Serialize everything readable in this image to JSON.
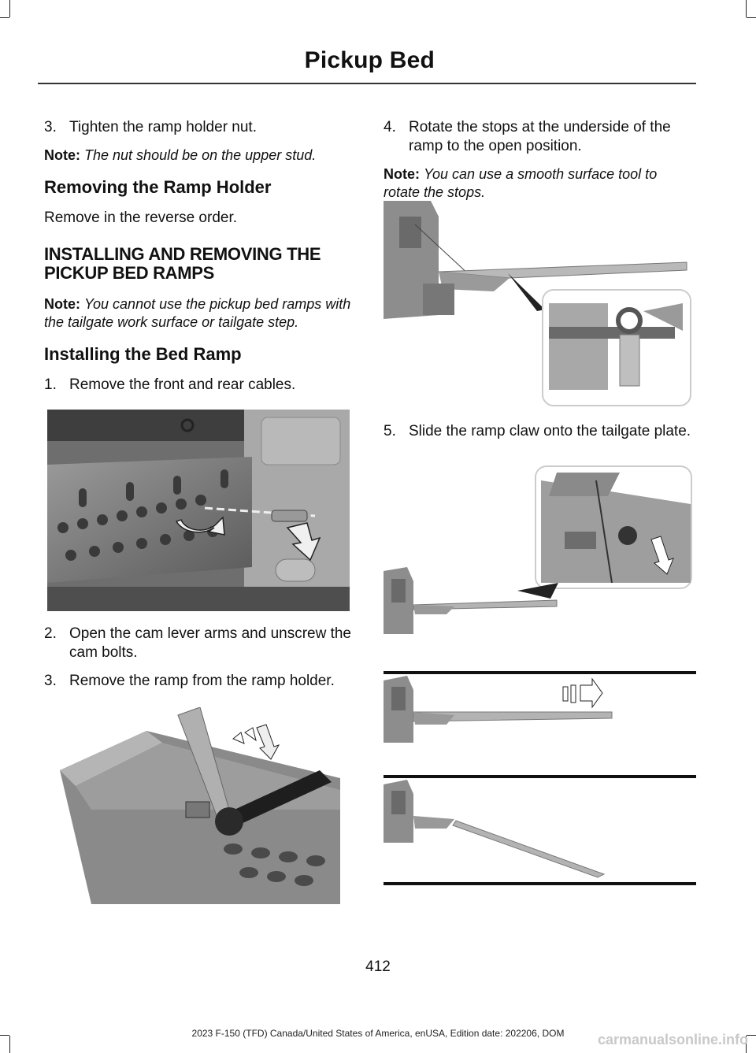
{
  "header": {
    "title": "Pickup Bed"
  },
  "left": {
    "step3a": {
      "num": "3.",
      "text": "Tighten the ramp holder nut."
    },
    "note1": {
      "label": "Note:",
      "text": "The nut should be on the upper stud."
    },
    "heading_removing": "Removing the Ramp Holder",
    "remove_text": "Remove in the reverse order.",
    "section_heading_l1": "INSTALLING AND REMOVING THE",
    "section_heading_l2": "PICKUP BED RAMPS",
    "note2": {
      "label": "Note:",
      "text": "You cannot use the pickup bed ramps with the tailgate work surface or tailgate step."
    },
    "heading_installing": "Installing the Bed Ramp",
    "step1": {
      "num": "1.",
      "text": "Remove the front and rear cables."
    },
    "step2": {
      "num": "2.",
      "text": "Open the cam lever arms and unscrew the cam bolts."
    },
    "step3b": {
      "num": "3.",
      "text": "Remove the ramp from the ramp holder."
    }
  },
  "right": {
    "step4": {
      "num": "4.",
      "text": "Rotate the stops at the underside of the ramp to the open position."
    },
    "note3": {
      "label": "Note:",
      "text": "You can use a smooth surface tool to rotate the stops."
    },
    "step5": {
      "num": "5.",
      "text": "Slide the ramp claw onto the tailgate plate."
    }
  },
  "page_number": "412",
  "footer": "2023 F-150 (TFD) Canada/United States of America, enUSA, Edition date: 202206, DOM",
  "watermark": "carmanualsonline.info"
}
